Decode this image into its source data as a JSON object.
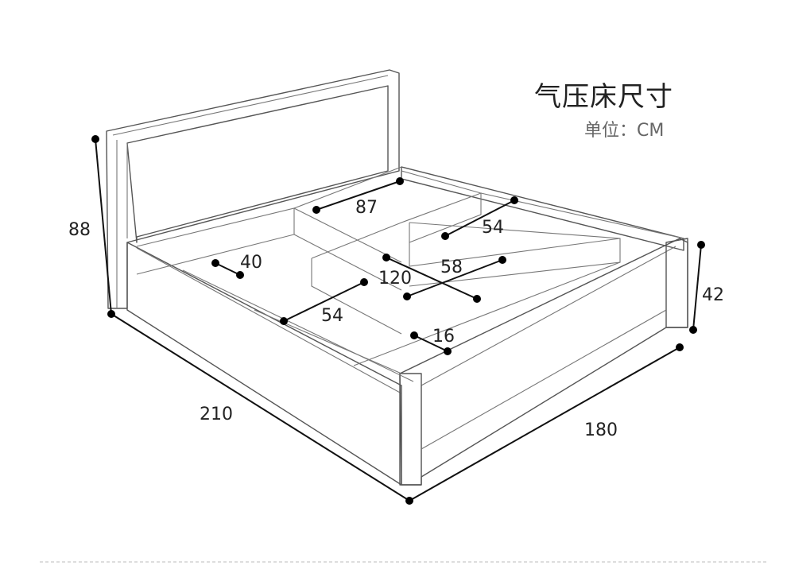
{
  "header": {
    "title": "气压床尺寸",
    "unit": "单位：CM"
  },
  "dimensions": {
    "headboard_height": "88",
    "footboard_height": "42",
    "length": "210",
    "width": "180",
    "center_rail_width": "87",
    "right_compartment_top": "54",
    "left_rail": "40",
    "center_length": "120",
    "right_compartment_mid": "58",
    "left_compartment": "54",
    "rail_thickness": "16"
  }
}
